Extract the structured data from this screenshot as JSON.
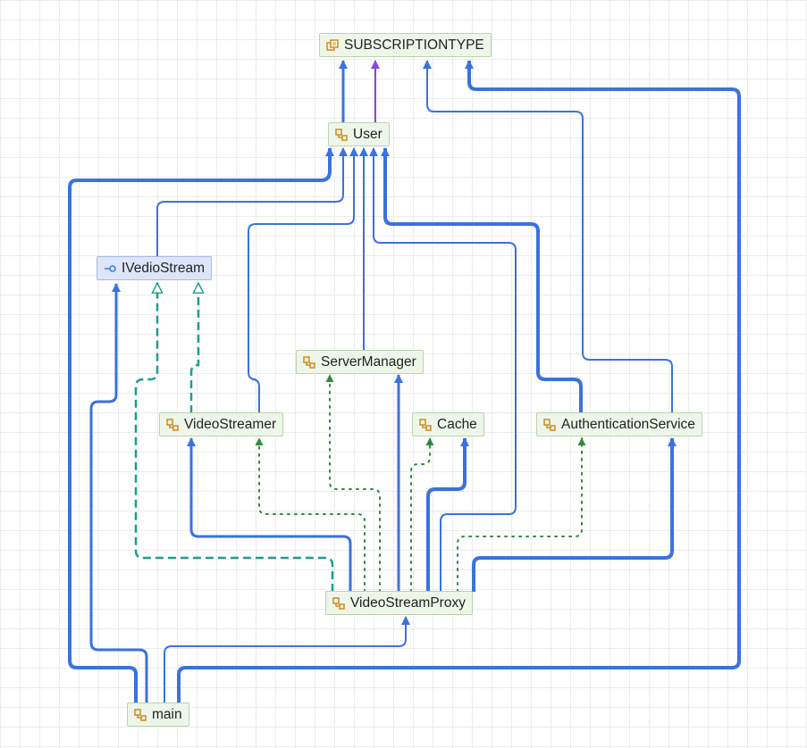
{
  "diagram": {
    "nodes": [
      {
        "id": "subscriptiontype",
        "label": "SUBSCRIPTIONTYPE",
        "icon": "enum-icon"
      },
      {
        "id": "user",
        "label": "User",
        "icon": "class-icon"
      },
      {
        "id": "ivediostream",
        "label": "IVedioStream",
        "icon": "interface-icon"
      },
      {
        "id": "servermanager",
        "label": "ServerManager",
        "icon": "class-icon"
      },
      {
        "id": "videostreamer",
        "label": "VideoStreamer",
        "icon": "class-icon"
      },
      {
        "id": "cache",
        "label": "Cache",
        "icon": "class-icon"
      },
      {
        "id": "authenticationservice",
        "label": "AuthenticationService",
        "icon": "class-icon"
      },
      {
        "id": "videostreamproxy",
        "label": "VideoStreamProxy",
        "icon": "class-icon"
      },
      {
        "id": "main",
        "label": "main",
        "icon": "class-icon"
      }
    ],
    "colors": {
      "association": "#3a72e0",
      "realization": "#1a9e8f",
      "dependency": "#2e8b3a",
      "enum-link": "#8d44e0",
      "class-fill": "#eef6e9",
      "interface-fill": "#dde6f9"
    }
  }
}
